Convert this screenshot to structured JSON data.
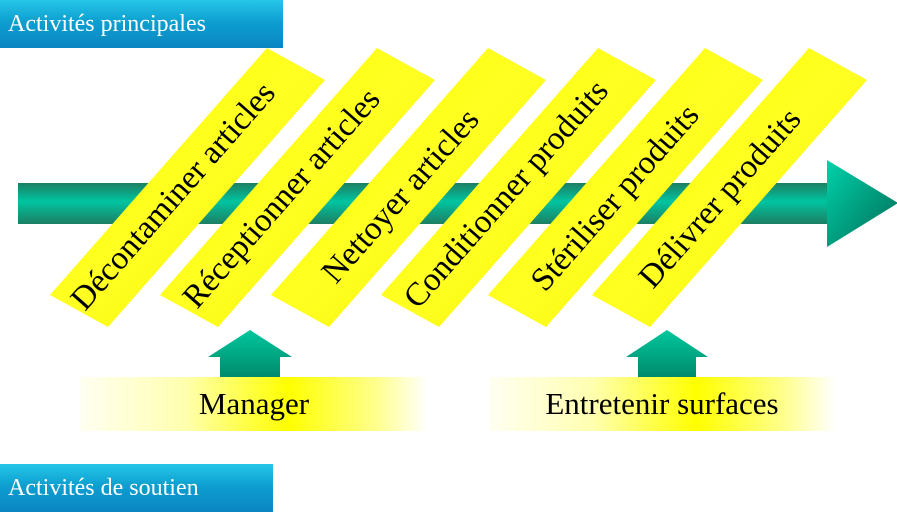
{
  "header": {
    "main_activities_label": "Activités principales"
  },
  "primary_activities": [
    {
      "label": "Décontaminer articles"
    },
    {
      "label": "Réceptionner articles"
    },
    {
      "label": "Nettoyer articles"
    },
    {
      "label": "Conditionner produits"
    },
    {
      "label": "Stériliser produits"
    },
    {
      "label": "Délivrer produits"
    }
  ],
  "support_activities": [
    {
      "label": "Manager"
    },
    {
      "label": "Entretenir surfaces"
    }
  ],
  "footer": {
    "support_activities_label": "Activités de soutien"
  },
  "colors": {
    "flow_arrow": "#00a58a",
    "activity_band": "#ffff00",
    "label_box": "#0d9fd0"
  }
}
